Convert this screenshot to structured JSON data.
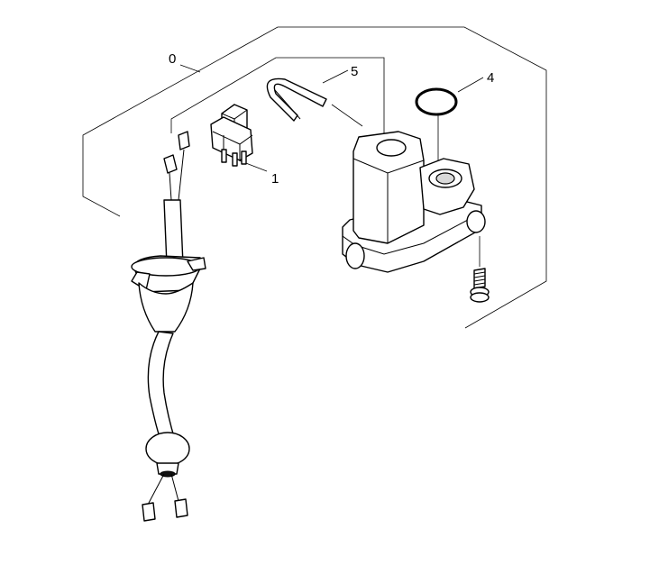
{
  "diagram": {
    "callouts": [
      {
        "id": "assembly",
        "label": "0"
      },
      {
        "id": "switch",
        "label": "1"
      },
      {
        "id": "o-ring",
        "label": "4"
      },
      {
        "id": "u-pin",
        "label": "5"
      }
    ],
    "colors": {
      "line": "#000000",
      "background": "#ffffff",
      "shade": "#d9d9d9"
    }
  }
}
